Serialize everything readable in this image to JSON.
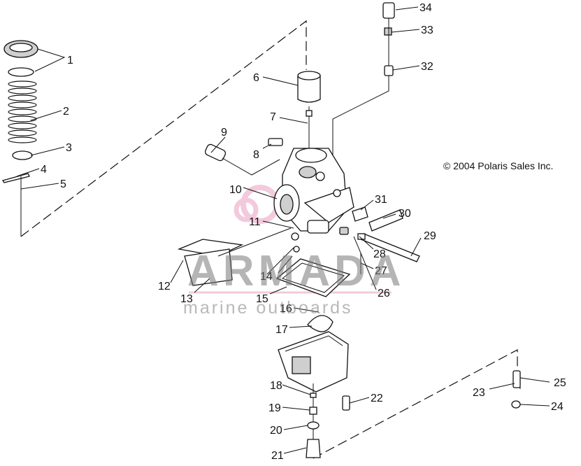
{
  "copyright": "© 2004 Polaris Sales Inc.",
  "watermark": {
    "brand": "ARMADA",
    "tagline": "marine outboards",
    "accent_color": "#e8a0c0"
  },
  "callouts": [
    "1",
    "2",
    "3",
    "4",
    "5",
    "6",
    "7",
    "8",
    "9",
    "10",
    "11",
    "12",
    "13",
    "14",
    "15",
    "16",
    "17",
    "18",
    "19",
    "20",
    "21",
    "22",
    "23",
    "24",
    "25",
    "26",
    "27",
    "28",
    "29",
    "30",
    "31",
    "32",
    "33",
    "34"
  ]
}
